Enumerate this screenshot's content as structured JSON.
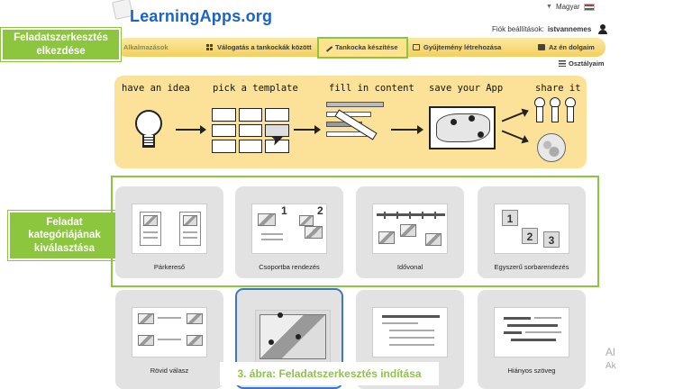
{
  "header": {
    "logo_text": "LearningApps.org",
    "language": "Magyar",
    "account_label": "Fiók beállítások:",
    "username": "istvannemes"
  },
  "nav": {
    "items": [
      {
        "label": "Alkalmazások",
        "icon": "list-icon"
      },
      {
        "label": "Válogatás a tankockák között",
        "icon": "grid-icon"
      },
      {
        "label": "Tankocka készítése",
        "icon": "pencil-icon",
        "active": true
      },
      {
        "label": "Gyűjtemény létrehozása",
        "icon": "copy-icon"
      },
      {
        "label": "Az én dolgaim",
        "icon": "folder-icon"
      }
    ],
    "classes_label": "Osztályaim"
  },
  "callouts": {
    "start": "Feladatszerkesztés elkezdése",
    "category": "Feladat kategóriájának kiválasztása"
  },
  "banner": {
    "steps": [
      "have an idea",
      "pick a template",
      "fill in content",
      "save your App",
      "share it"
    ]
  },
  "categories": [
    {
      "label": "Párkereső"
    },
    {
      "label": "Csoportba rendezés"
    },
    {
      "label": "Idővonal"
    },
    {
      "label": "Egyszerű sorbarendezés"
    },
    {
      "label": "Rövid válasz"
    },
    {
      "label": ""
    },
    {
      "label": ""
    },
    {
      "label": "Hiányos szöveg"
    }
  ],
  "thumb_numbers": {
    "group_1": "1",
    "group_2": "2",
    "order_1": "1",
    "order_2": "2",
    "order_3": "3"
  },
  "caption": "3. ábra: Feladatszerkesztés indítása",
  "edge": {
    "line1": "Al",
    "line2": "Ak"
  },
  "colors": {
    "accent_green": "#8cc63f",
    "nav_yellow": "#f4cf5d",
    "banner_yellow": "#fbe298",
    "logo_blue": "#1a63c7",
    "card_gray": "#e2e2e2",
    "highlight_blue": "#3b77c4"
  }
}
